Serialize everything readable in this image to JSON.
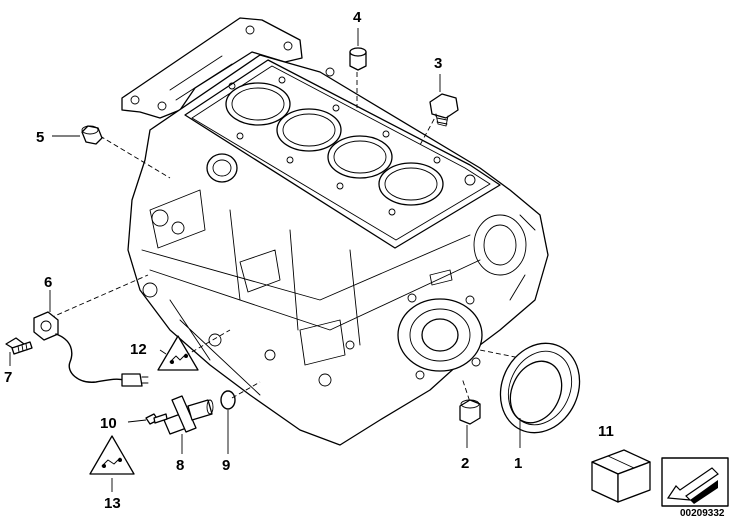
{
  "callouts": [
    {
      "id": "1",
      "label": "1"
    },
    {
      "id": "2",
      "label": "2"
    },
    {
      "id": "3",
      "label": "3"
    },
    {
      "id": "4",
      "label": "4"
    },
    {
      "id": "5",
      "label": "5"
    },
    {
      "id": "6",
      "label": "6"
    },
    {
      "id": "7",
      "label": "7"
    },
    {
      "id": "8",
      "label": "8"
    },
    {
      "id": "9",
      "label": "9"
    },
    {
      "id": "10",
      "label": "10"
    },
    {
      "id": "11",
      "label": "11"
    },
    {
      "id": "12",
      "label": "12"
    },
    {
      "id": "13",
      "label": "13"
    }
  ],
  "reference_number": "00209332",
  "icons": [
    "warning-triangle-icon",
    "box-icon",
    "arrow-icon"
  ],
  "colors": {
    "ink": "#000000",
    "background": "#ffffff"
  }
}
